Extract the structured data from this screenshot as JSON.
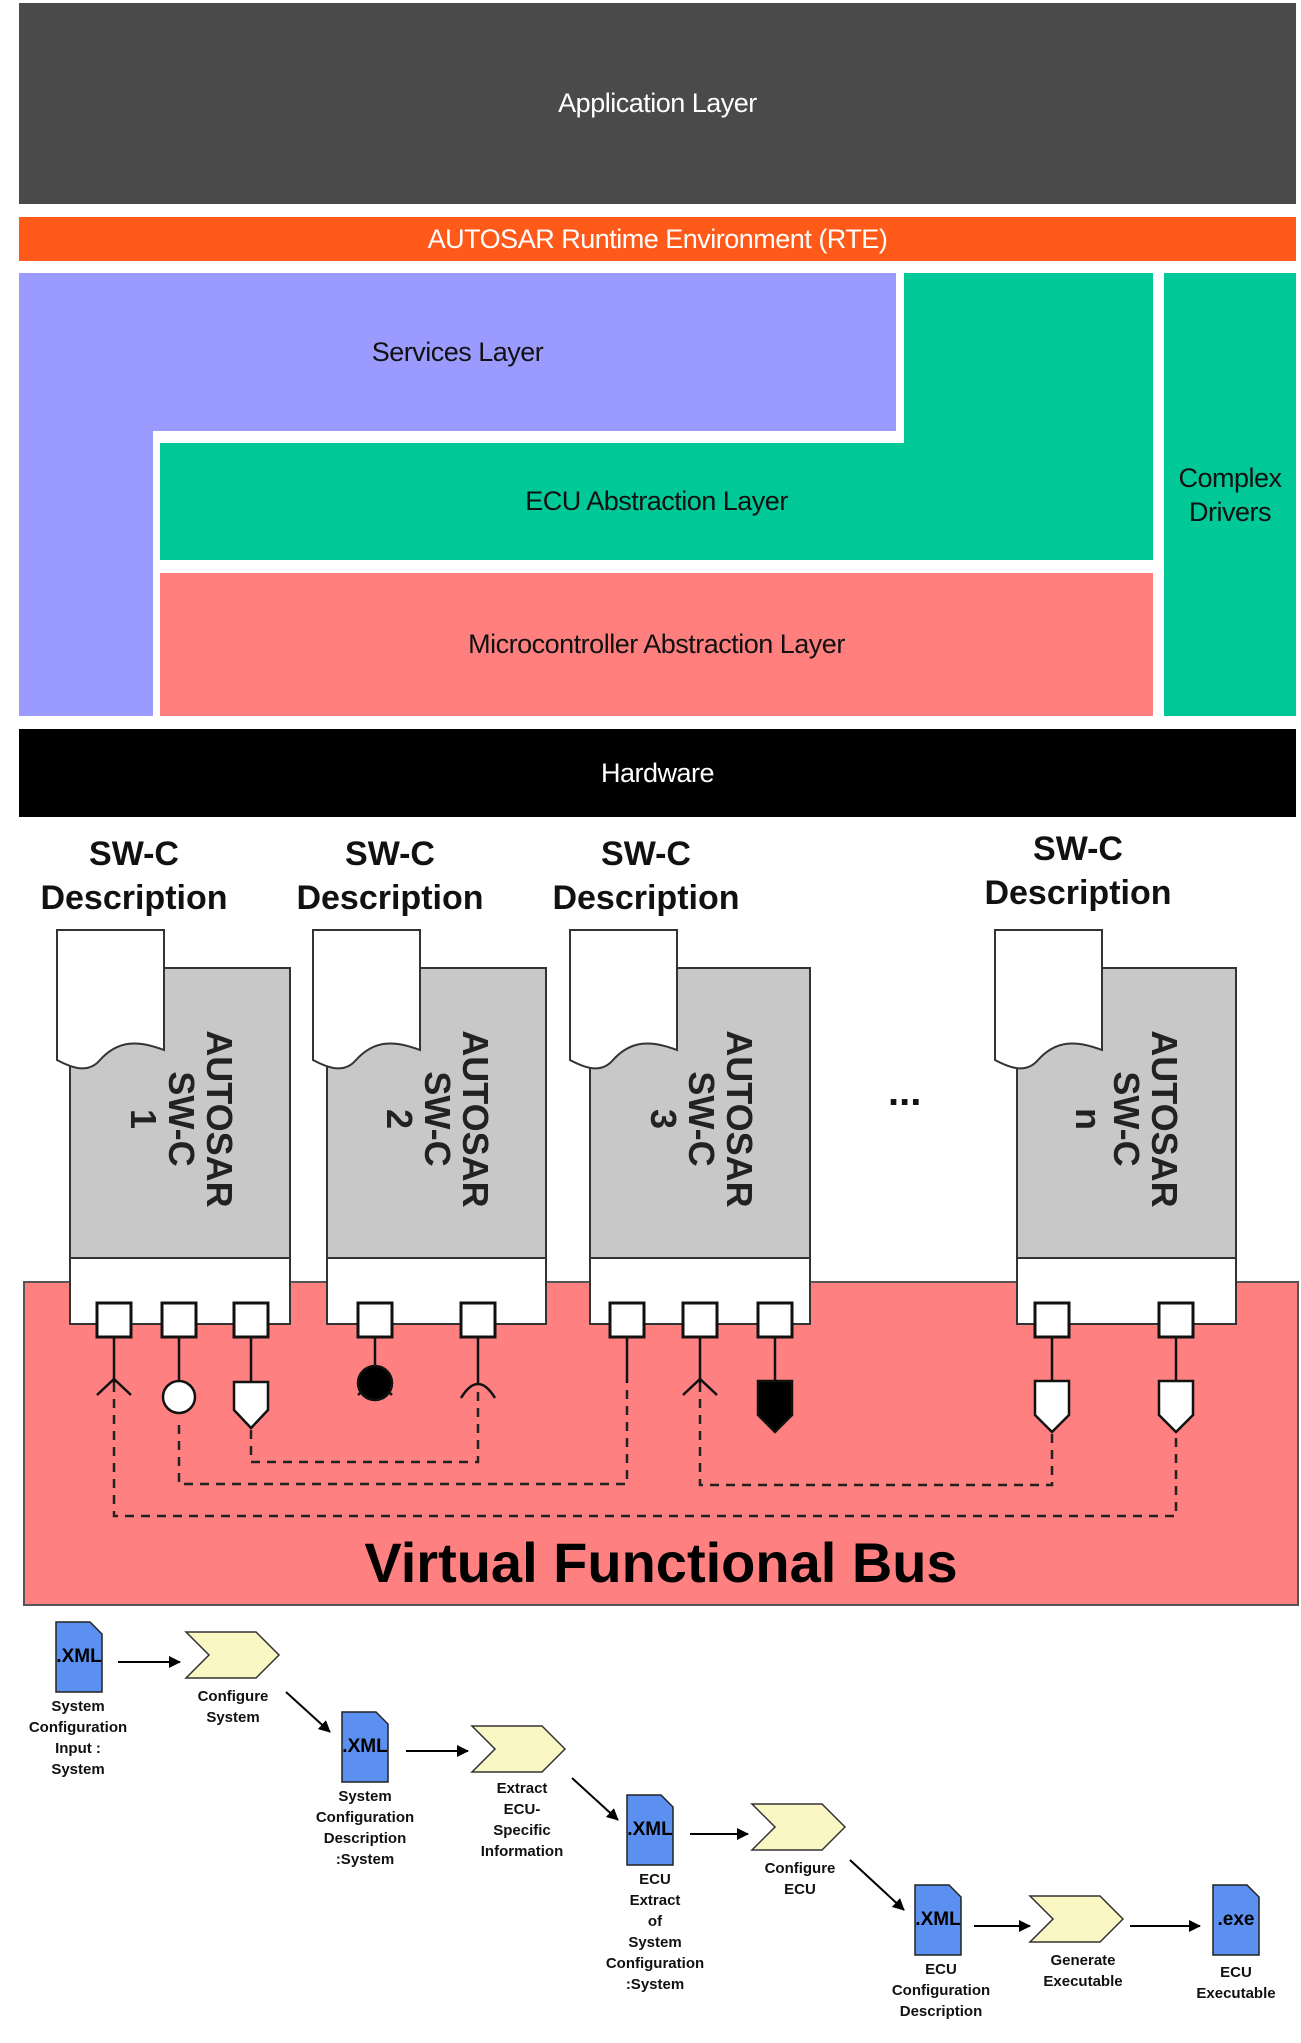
{
  "layers": {
    "application": "Application Layer",
    "rte": "AUTOSAR Runtime Environment (RTE)",
    "services": "Services Layer",
    "ecu_abstraction": "ECU Abstraction Layer",
    "complex_drivers": "Complex\nDrivers",
    "microcontroller": "Microcontroller Abstraction Layer",
    "hardware": "Hardware"
  },
  "colors": {
    "application": "#4a4a4a",
    "rte": "#ff5a1a",
    "services": "#9b9bff",
    "ecu_abstraction": "#00c896",
    "microcontroller": "#ff7f7f",
    "hardware": "#000000",
    "vfb": "#ff8080",
    "swc_body": "#c8c8c8",
    "doc_icon": "#5b8ff0",
    "activity": "#fbf7c4"
  },
  "components": [
    {
      "title": "SW-C\nDescription",
      "name": "AUTOSAR\nSW-C\n1"
    },
    {
      "title": "SW-C\nDescription",
      "name": "AUTOSAR\nSW-C\n2"
    },
    {
      "title": "SW-C\nDescription",
      "name": "AUTOSAR\nSW-C\n3"
    },
    {
      "title": "SW-C\nDescription",
      "name": "AUTOSAR\nSW-C\nn"
    }
  ],
  "ellipsis": "...",
  "vfb_label": "Virtual Functional Bus",
  "workflow": {
    "docs": [
      {
        "icon": ".XML",
        "label": "System\nConfiguration\nInput :\nSystem"
      },
      {
        "icon": ".XML",
        "label": "System\nConfiguration\nDescription\n:System"
      },
      {
        "icon": ".XML",
        "label": "ECU\nExtract\nof\nSystem\nConfiguration\n:System"
      },
      {
        "icon": ".XML",
        "label": "ECU\nConfiguration\nDescription"
      },
      {
        "icon": ".exe",
        "label": "ECU\nExecutable"
      }
    ],
    "activities": [
      {
        "label": "Configure\nSystem"
      },
      {
        "label": "Extract\nECU-\nSpecific\nInformation"
      },
      {
        "label": "Configure\nECU"
      },
      {
        "label": "Generate\nExecutable"
      }
    ]
  }
}
